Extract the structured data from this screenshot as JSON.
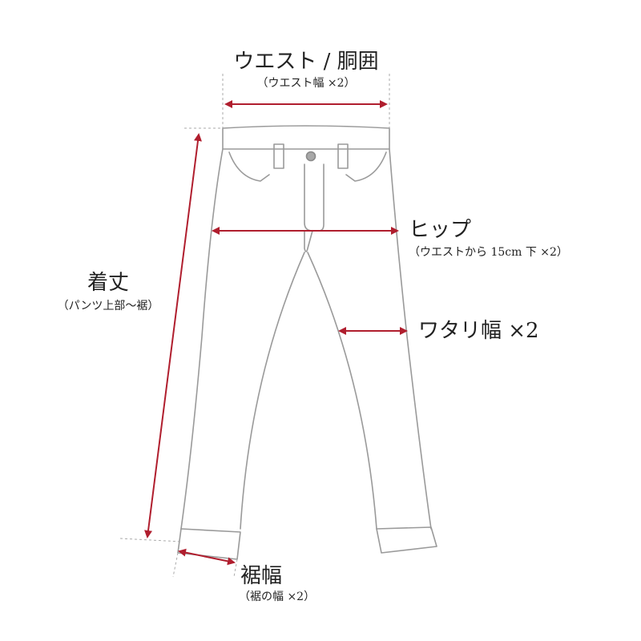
{
  "colors": {
    "outline": "#9a9a9a",
    "arrow": "#b01e2e",
    "guide": "#aaaaaa",
    "button": "#a8a8a8",
    "text": "#222222"
  },
  "labels": {
    "waist": {
      "title": "ウエスト / 胴囲",
      "note": "（ウエスト幅 ×2）"
    },
    "hip": {
      "title": "ヒップ",
      "note": "（ウエストから 15cm 下 ×2）"
    },
    "thigh": {
      "title": "ワタリ幅 ×2"
    },
    "length": {
      "title": "着丈",
      "note": "（パンツ上部〜裾）"
    },
    "hem": {
      "title": "裾幅",
      "note": "（裾の幅 ×2）"
    }
  }
}
